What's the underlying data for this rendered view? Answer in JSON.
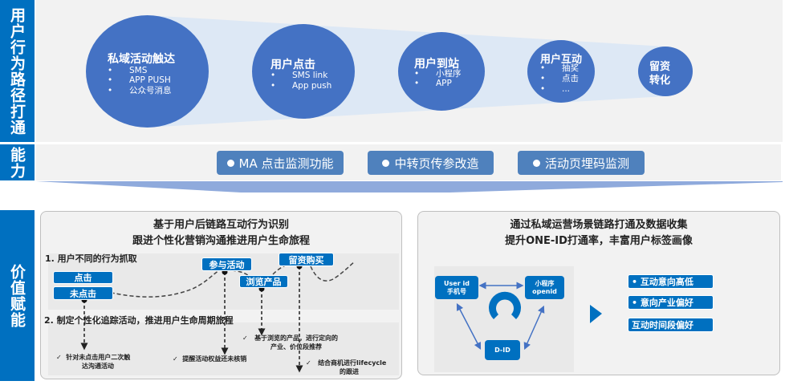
{
  "sections": {
    "path": "用户行为路径打通",
    "capability": "能力",
    "value": "价值赋能"
  },
  "stages": [
    {
      "title": "私域活动触达",
      "items": [
        "SMS",
        "APP PUSH",
        "公众号消息"
      ]
    },
    {
      "title": "用户点击",
      "items": [
        "SMS link",
        "App push"
      ]
    },
    {
      "title": "用户到站",
      "items": [
        "小程序",
        "APP"
      ]
    },
    {
      "title": "用户互动",
      "items": [
        "抽奖",
        "点击",
        "..."
      ]
    },
    {
      "title": "留资\n转化",
      "line1": "留资",
      "line2": "转化"
    }
  ],
  "capabilities": [
    "MA 点击监测功能",
    "中转页传参改造",
    "活动页埋码监测"
  ],
  "left_panel": {
    "title1": "基于用户后链路互动行为识别",
    "title2": "跟进个性化营销沟通推进用户生命旅程",
    "section1": "1. 用户不同的行为抓取",
    "section2": "2. 制定个性化追踪活动，推进用户生命周期旅程",
    "tags": {
      "click": "点击",
      "no_click": "未点击",
      "join": "参与活动",
      "browse": "浏览产品",
      "lead": "留资购买"
    },
    "notes": {
      "no_click_1": "针对未点击用户二次触",
      "no_click_2": "达沟通活动",
      "join": "提醒活动权益还未核销",
      "browse_1": "基于浏览的产品，进行定向的",
      "browse_2": "产业、价位段推荐",
      "lead_1": "结合商机进行lifecycle",
      "lead_2": "的跟进"
    },
    "check": "✓"
  },
  "right_panel": {
    "title1": "通过私域运营场景链路打通及数据收集",
    "title2": "提升ONE-ID打通率，丰富用户标签画像",
    "ids": {
      "user_1": "User id",
      "user_2": "手机号",
      "mini_1": "小程序",
      "mini_2": "openid",
      "did": "D-ID"
    },
    "outputs": [
      "• 互动意向高低",
      "• 意向产业偏好",
      "互动时间段偏好"
    ]
  },
  "colors": {
    "side": "#0070c0",
    "circle": "#4472c4",
    "cap": "#4f81bd",
    "tag": "#0070c0"
  }
}
